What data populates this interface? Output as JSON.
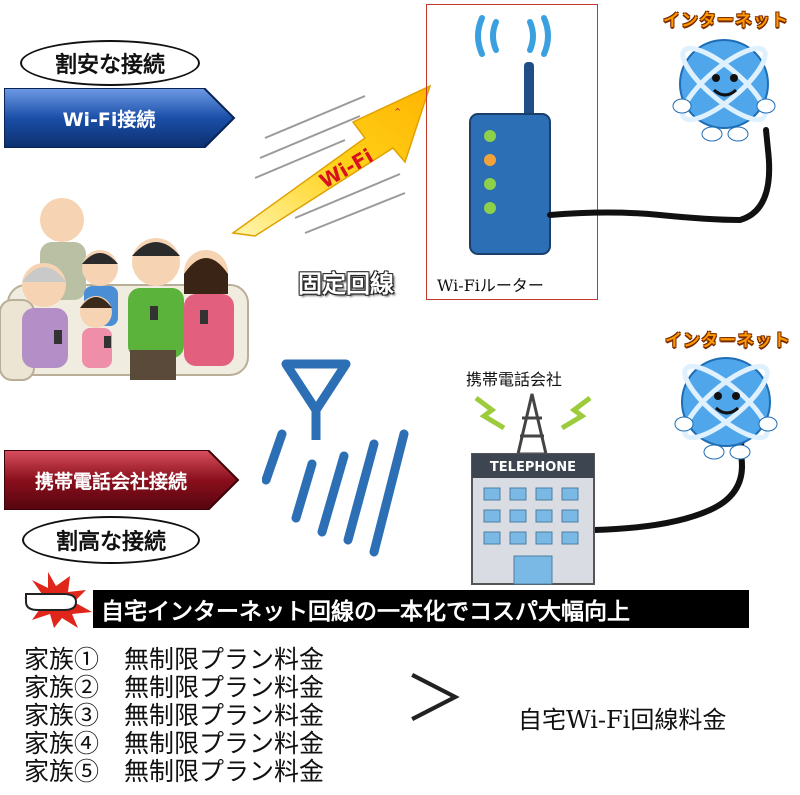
{
  "left": {
    "cheap_label": "割安な接続",
    "wifi_banner": "Wi-Fi接続",
    "carrier_banner": "携帯電話会社接続",
    "expensive_label": "割高な接続"
  },
  "wifi_arrow_text": "Wi-Fi",
  "fixed_line_label": "固定回線",
  "router_label": "Wi-Fiルーター",
  "internet_labels": [
    "インターネット",
    "インターネット"
  ],
  "carrier_label": "携帯電話会社",
  "building_sign": "TELEPHONE",
  "headline": "自宅インターネット回線の一本化でコスパ大幅向上",
  "plans": [
    "家族①　無制限プラン料金",
    "家族②　無制限プラン料金",
    "家族③　無制限プラン料金",
    "家族④　無制限プラン料金",
    "家族⑤　無制限プラン料金"
  ],
  "comparison_symbol": "＞",
  "home_wifi_cost": "自宅Wi-Fi回線料金",
  "colors": {
    "wifi_banner": "#1a4fa8",
    "carrier_banner": "#8a0f1c",
    "internet_label": "#ff9900",
    "headline_bg": "#000000",
    "router_box": "#c0392b"
  },
  "icons": [
    "router-icon",
    "globe-mascot-icon",
    "family-illustration",
    "antenna-icon",
    "telephone-building-icon",
    "pointing-hand-icon"
  ]
}
